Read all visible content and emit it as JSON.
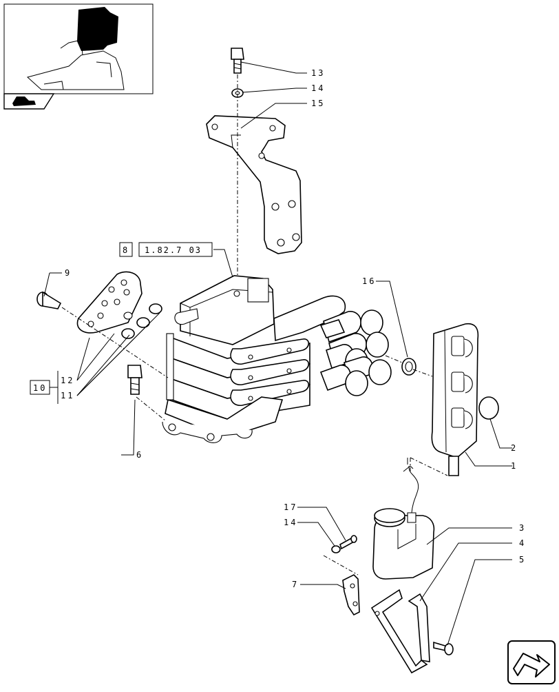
{
  "callouts": {
    "c1": "1",
    "c2": "2",
    "c3": "3",
    "c4": "4",
    "c5": "5",
    "c6": "6",
    "c7": "7",
    "c8": "8",
    "c9": "9",
    "c10": "10",
    "c11": "11",
    "c12": "12",
    "c13": "13",
    "c14a": "14",
    "c14b": "14",
    "c15": "15",
    "c16": "16",
    "c17": "17"
  },
  "reference_box": {
    "section": "8",
    "code": "1.82.7 03"
  },
  "icons": {
    "thumbnail": "tractor-location-thumbnail",
    "thumbnail_tab": "tractor-silhouette-icon",
    "nav": "next-page-arrow-icon"
  }
}
